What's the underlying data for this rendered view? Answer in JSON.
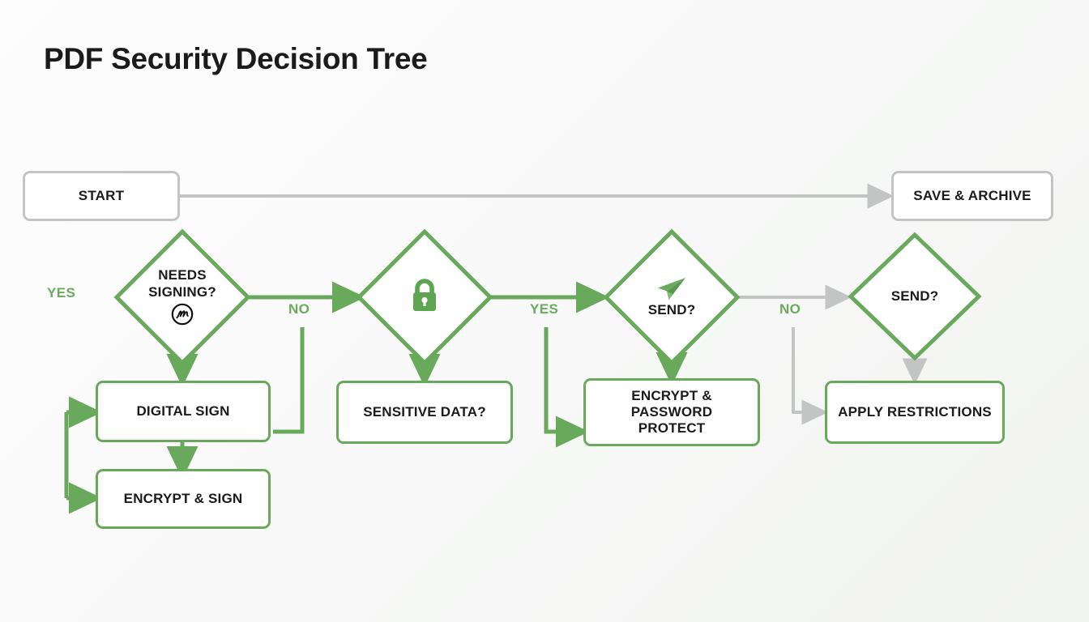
{
  "page": {
    "title": "PDF Security Decision Tree",
    "background": "#fafbfa"
  },
  "colors": {
    "green": "#69a95c",
    "gray": "#c3c5c4",
    "text": "#1b1b1b",
    "label_green": "#6aab5e"
  },
  "nodes": {
    "start": {
      "label": "START",
      "shape": "rounded-rect",
      "style": "gray"
    },
    "save_archive": {
      "label": "SAVE & ARCHIVE",
      "shape": "rounded-rect",
      "style": "gray"
    },
    "needs_signing": {
      "label_line1": "NEEDS",
      "label_line2": "SIGNING?",
      "icon": "signature-icon",
      "shape": "diamond",
      "style": "green"
    },
    "sensitive_lock": {
      "label": "",
      "icon": "lock-icon",
      "shape": "diamond",
      "style": "green"
    },
    "send_one": {
      "label": "SEND?",
      "icon": "paper-plane-icon",
      "shape": "diamond",
      "style": "green"
    },
    "send_two": {
      "label": "SEND?",
      "icon": "",
      "shape": "diamond",
      "style": "green"
    },
    "digital_sign": {
      "label": "DIGITAL SIGN",
      "shape": "rounded-rect",
      "style": "green"
    },
    "encrypt_sign": {
      "label": "ENCRYPT & SIGN",
      "shape": "rounded-rect",
      "style": "green"
    },
    "sensitive_data": {
      "label": "SENSITIVE DATA?",
      "shape": "rounded-rect",
      "style": "green"
    },
    "encrypt_password": {
      "label_line1": "ENCRYPT &",
      "label_line2": "PASSWORD",
      "label_line3": "PROTECT",
      "shape": "rounded-rect",
      "style": "green"
    },
    "apply_restrictions": {
      "label": "APPLY RESTRICTIONS",
      "shape": "rounded-rect",
      "style": "green"
    }
  },
  "edge_labels": {
    "yes_left": "YES",
    "no_signing": "NO",
    "yes_send": "YES",
    "no_send": "NO"
  }
}
